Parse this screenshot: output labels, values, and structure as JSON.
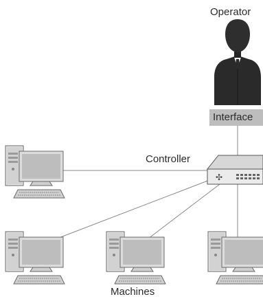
{
  "diagram": {
    "operator_label": "Operator",
    "interface_label": "Interface",
    "controller_label": "Controller",
    "machines_label": "Machines",
    "icons": {
      "operator": "businessman-icon",
      "controller": "network-switch-icon",
      "machine": "desktop-computer-icon"
    },
    "colors": {
      "line": "#8a8a8a",
      "person": "#2a2a2a",
      "interface_box": "#bdbdbd",
      "text": "#2b2b2b"
    }
  }
}
